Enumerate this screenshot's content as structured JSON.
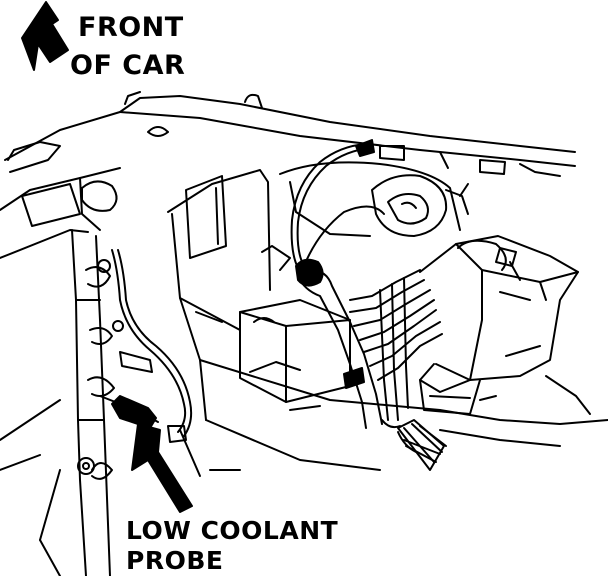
{
  "labels": {
    "front_of_car": [
      "FRONT",
      "OF CAR"
    ],
    "low_coolant_probe": [
      "LOW COOLANT",
      "PROBE"
    ]
  },
  "icons": {
    "direction": "arrow-up-left-icon",
    "pointer": "arrow-up-icon"
  },
  "colors": {
    "ink": "#000000",
    "paper": "#ffffff"
  }
}
